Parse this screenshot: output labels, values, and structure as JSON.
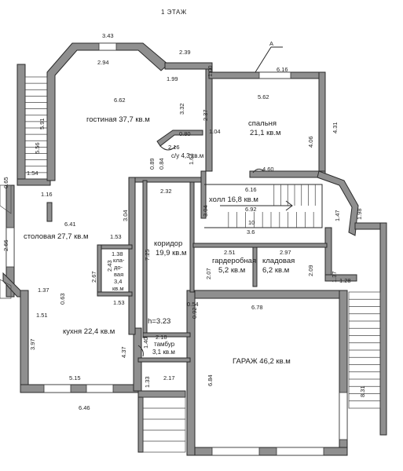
{
  "title": "1 ЭТАЖ",
  "marker": "А",
  "rooms": {
    "living": "гостиная 37,7 кв.м",
    "bedroom_name": "спальня",
    "bedroom_area": "21,1 кв.м",
    "wc": "с/у 4,3 кв.м",
    "hall": "холл 16,8 кв.м",
    "dining": "столовая 27,7 кв.м",
    "corridor_name": "коридор",
    "corridor_area": "19,9 кв.м",
    "wardrobe_name": "гардеробная",
    "wardrobe_area": "5,2 кв.м",
    "storage_name": "кладовая",
    "storage_area": "6,2 кв.м",
    "pantry_1": "кла-",
    "pantry_2": "до-",
    "pantry_3": "вая",
    "pantry_4": "3,4",
    "pantry_5": "кв.м",
    "kitchen": "кухня 22,4 кв.м",
    "vestibule_name": "тамбур",
    "vestibule_area": "3,1 кв.м",
    "garage": "ГАРАЖ 46,2 кв.м",
    "height": "h=3.23"
  },
  "dims": {
    "d343": "3.43",
    "d294": "2.94",
    "d239": "2.39",
    "d199": "1.99",
    "d100": "1.00",
    "d616a": "6.16",
    "d562": "5.62",
    "d662": "6.62",
    "d591": "5.91",
    "d332": "3.32",
    "d237": "2.37",
    "d104": "1.04",
    "d406": "4.06",
    "d431": "4.31",
    "d080": "0.80",
    "d216": "2.16",
    "d556": "5.56",
    "d089": "0.89",
    "d084": "0.84",
    "d164": "1.64",
    "d460": "4.60",
    "d154": "1.54",
    "d065": "0.65",
    "d116": "1.16",
    "d232": "2.32",
    "d616b": "6.16",
    "d692": "6.92",
    "d304a": "3.04",
    "d304b": "3.04",
    "d10": "10",
    "d36": "3.6",
    "d147": "1.47",
    "d198": "1.98",
    "d641": "6.41",
    "d266": "2.66",
    "d153a": "1.53",
    "d138": "1.38",
    "d243": "2.43",
    "d725": "7.25",
    "d251": "2.51",
    "d297": "2.97",
    "d207": "2.07",
    "d209": "2.09",
    "d137a": "1.37",
    "d128": "1.28",
    "d267": "2.67",
    "d137b": "1.37",
    "d063": "0.63",
    "d153b": "1.53",
    "d054": "0.54",
    "d092": "0.92",
    "d678": "6.78",
    "d151": "1.51",
    "d397": "3.97",
    "d437": "4.37",
    "d140": "1.40",
    "d218": "2.18",
    "d133": "1.33",
    "d217": "2.17",
    "d515": "5.15",
    "d684": "6.84",
    "d831": "8.31",
    "d646": "6.46"
  }
}
